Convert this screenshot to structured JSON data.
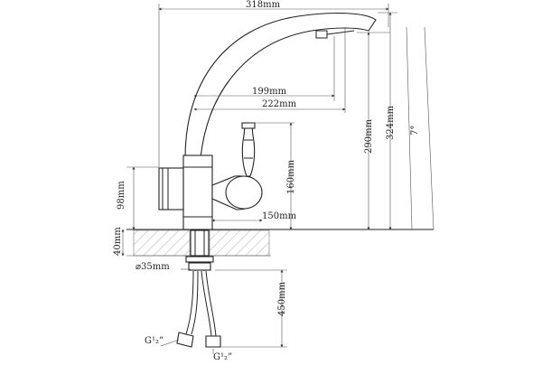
{
  "diagram": {
    "dimensions": {
      "width_top": "318mm",
      "reach_spout": "199mm",
      "reach_total": "222mm",
      "height_spout": "290mm",
      "height_total": "324mm",
      "angle": "7°",
      "height_handle": "160mm",
      "body_height": "98mm",
      "handle_width": "150mm",
      "deck_thickness": "40mm",
      "hole_diameter": "⌀35mm",
      "hose_length": "450mm",
      "thread_left": "G¹₂”",
      "thread_right": "G¹₂”"
    }
  }
}
